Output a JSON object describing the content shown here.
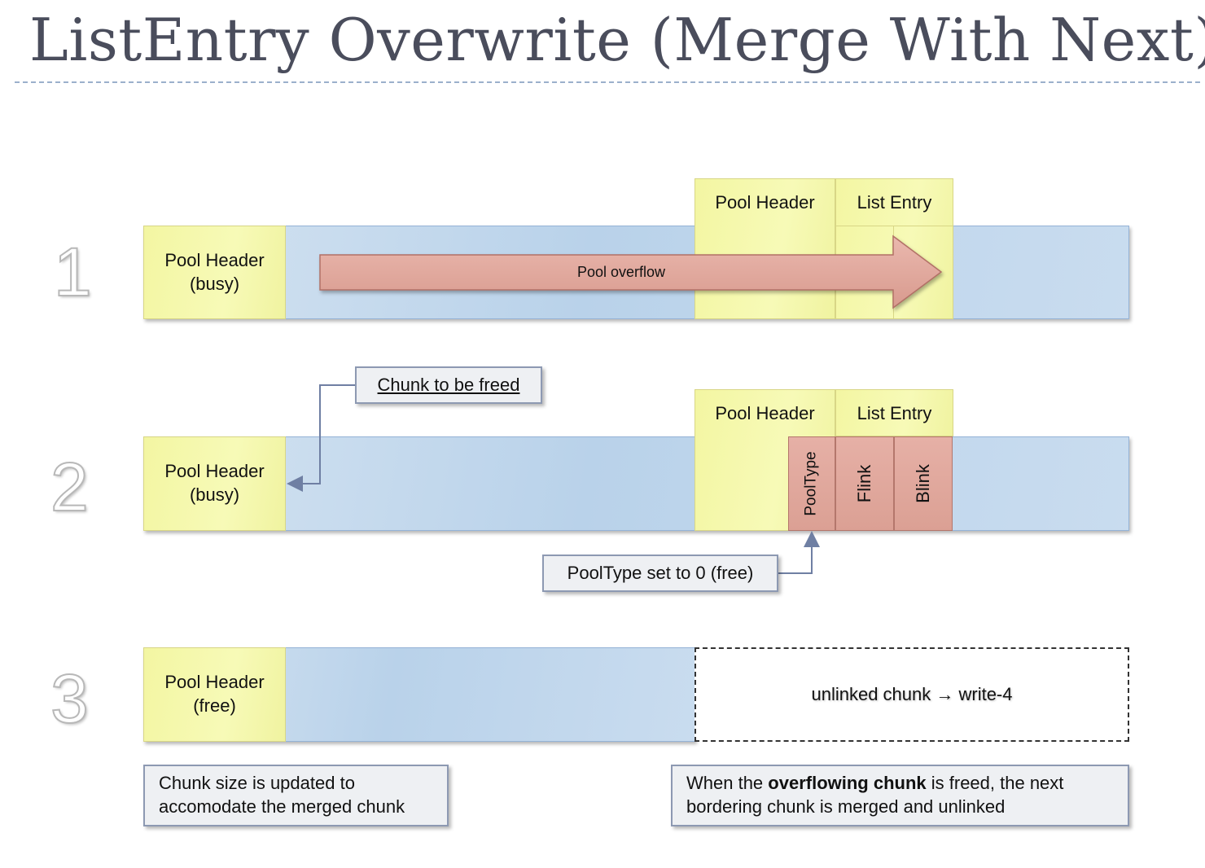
{
  "title": "ListEntry Overwrite (Merge With Next)",
  "steps": [
    {
      "number": "1",
      "pool_header_line1": "Pool Header",
      "pool_header_line2": "(busy)",
      "next_pool_header": "Pool Header",
      "list_entry": "List Entry",
      "arrow_label": "Pool overflow"
    },
    {
      "number": "2",
      "pool_header_line1": "Pool Header",
      "pool_header_line2": "(busy)",
      "next_pool_header": "Pool Header",
      "list_entry": "List Entry",
      "pooltype_field": "PoolType",
      "flink_field": "Flink",
      "blink_field": "Blink",
      "callout_chunk_freed": "Chunk to be freed",
      "callout_pooltype": "PoolType set to 0 (free)"
    },
    {
      "number": "3",
      "pool_header_line1": "Pool Header",
      "pool_header_line2": "(free)",
      "unlinked_chunk": "unlinked chunk → write-4"
    }
  ],
  "notes": {
    "left_line1": "Chunk size is updated to",
    "left_line2": "accomodate the merged chunk",
    "right_line1_pre": "When the ",
    "right_line1_bold": "overflowing chunk",
    "right_line1_post": " is freed, the next",
    "right_line2": "bordering chunk is merged and unlinked"
  },
  "colors": {
    "chunk_blue": "#b9d2ea",
    "header_yellow": "#f5f8ac",
    "field_red": "#dfa79c",
    "arrow_red": "#e0aaa0",
    "title_gray": "#4a4d5c"
  }
}
